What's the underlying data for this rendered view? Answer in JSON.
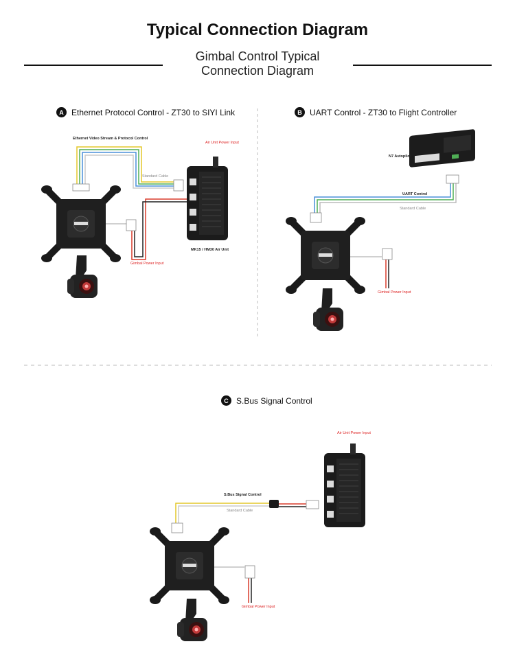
{
  "header": {
    "title": "Typical Connection Diagram",
    "subtitle": "Gimbal Control Typical Connection Diagram"
  },
  "sections": {
    "a": {
      "badge": "A",
      "title": "Ethernet Protocol Control - ZT30 to SIYI Link",
      "labels": {
        "video": "Ethernet Video Stream & Protocol Control",
        "cable": "Standard Cable",
        "power_in": "Air Unit Power Input",
        "air_unit": "MK15 / HM30 Air Unit",
        "gimbal_power": "Gimbal Power Input"
      }
    },
    "b": {
      "badge": "B",
      "title": "UART Control - ZT30 to Flight Controller",
      "labels": {
        "autopilot": "N7 Autopilot",
        "uart": "UART Control",
        "cable": "Standard Cable",
        "gimbal_power": "Gimbal Power Input"
      }
    },
    "c": {
      "badge": "C",
      "title": "S.Bus Signal Control",
      "labels": {
        "power_in": "Air Unit Power Input",
        "sbus": "S.Bus Signal Control",
        "cable": "Standard Cable",
        "gimbal_power": "Gimbal Power Input"
      }
    }
  },
  "colors": {
    "power_wire": "#d83a2a",
    "signal_yellow": "#e4c72a",
    "signal_green": "#4fae55",
    "signal_blue": "#4a8fd8",
    "hardware": "#1a1a1a"
  }
}
